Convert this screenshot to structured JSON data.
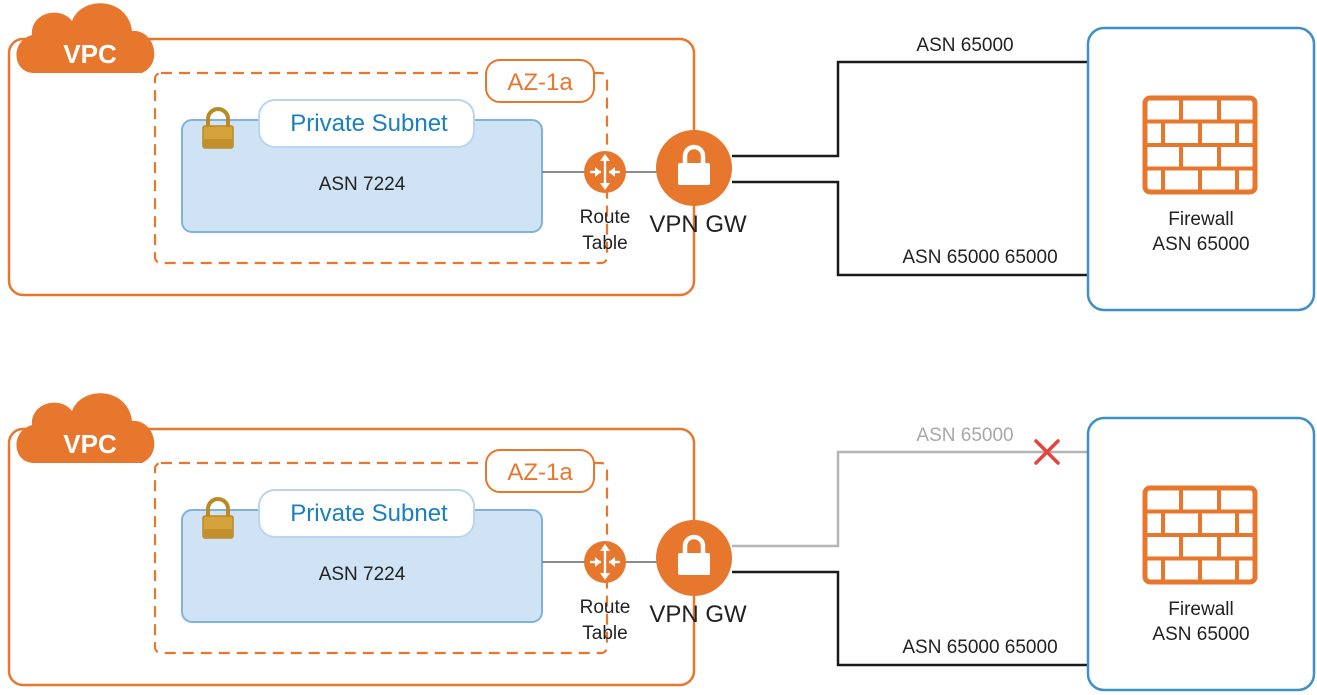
{
  "scenarios": [
    {
      "vpc_label": "VPC",
      "az_label": "AZ-1a",
      "subnet_label": "Private Subnet",
      "subnet_asn": "ASN 7224",
      "route_table_label_1": "Route",
      "route_table_label_2": "Table",
      "vpn_gw_label": "VPN GW",
      "upper_path_label": "ASN 65000",
      "upper_path_status": "active",
      "lower_path_label": "ASN 65000 65000",
      "lower_path_status": "active",
      "firewall_label": "Firewall",
      "firewall_asn": "ASN 65000"
    },
    {
      "vpc_label": "VPC",
      "az_label": "AZ-1a",
      "subnet_label": "Private Subnet",
      "subnet_asn": "ASN 7224",
      "route_table_label_1": "Route",
      "route_table_label_2": "Table",
      "vpn_gw_label": "VPN GW",
      "upper_path_label": "ASN 65000",
      "upper_path_status": "blocked",
      "lower_path_label": "ASN 65000 65000",
      "lower_path_status": "active",
      "firewall_label": "Firewall",
      "firewall_asn": "ASN 65000"
    }
  ],
  "colors": {
    "orange": "#e8772e",
    "blue_border": "#3f8fc8",
    "subnet_fill": "#cfe3f4",
    "line_black": "#1a1a1a",
    "line_grey": "#b5b5b5",
    "cross_red": "#e5453a",
    "lock_gold": "#c9982b"
  },
  "icons": {
    "vpc": "cloud-icon",
    "subnet_lock": "padlock-icon",
    "route_table": "router-arrows-icon",
    "vpn_gateway": "padlock-circle-icon",
    "firewall": "brick-wall-icon",
    "blocked": "red-x-icon"
  }
}
